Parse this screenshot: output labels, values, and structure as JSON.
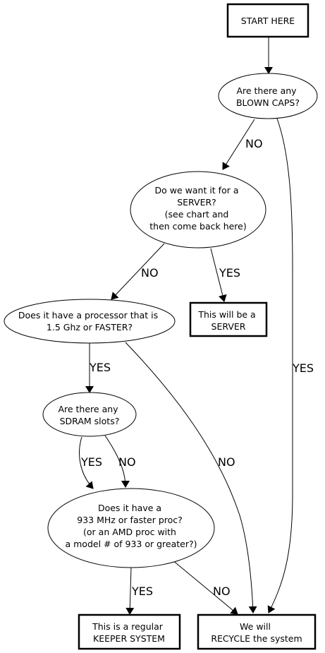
{
  "nodes": {
    "start": {
      "lines": [
        "START HERE"
      ]
    },
    "blown_caps": {
      "lines": [
        "Are there any",
        "BLOWN CAPS?"
      ]
    },
    "server_q": {
      "lines": [
        "Do we want it for a",
        "SERVER?",
        "(see chart and",
        "then come back here)"
      ]
    },
    "server_result": {
      "lines": [
        "This will be a",
        "SERVER"
      ]
    },
    "processor_q": {
      "lines": [
        "Does it have a processor that is",
        "1.5 Ghz or FASTER?"
      ]
    },
    "sdram_q": {
      "lines": [
        "Are there any",
        "SDRAM slots?"
      ]
    },
    "mhz_q": {
      "lines": [
        "Does it have a",
        "933 MHz or faster proc?",
        "(or an AMD proc with",
        "a model # of 933 or greater?)"
      ]
    },
    "keeper_result": {
      "lines": [
        "This is a regular",
        "KEEPER SYSTEM"
      ]
    },
    "recycle_result": {
      "lines": [
        "We will",
        "RECYCLE the system"
      ]
    }
  },
  "edges": {
    "caps_no": "NO",
    "caps_yes": "YES",
    "server_no": "NO",
    "server_yes": "YES",
    "proc_yes": "YES",
    "proc_no": "NO",
    "sdram_yes": "YES",
    "sdram_no": "NO",
    "mhz_yes": "YES",
    "mhz_no": "NO"
  }
}
